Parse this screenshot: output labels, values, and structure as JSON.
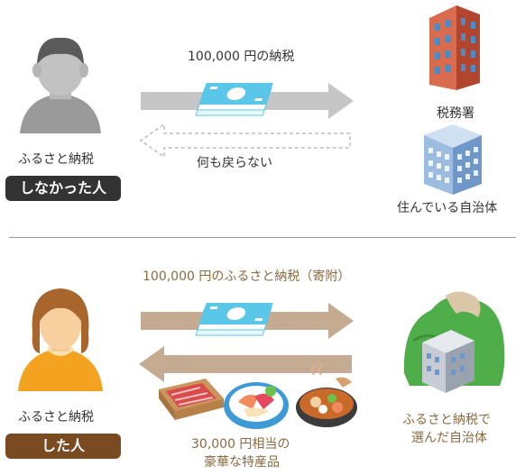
{
  "top": {
    "tax_amount_label": "100,000 円の納税",
    "nothing_returns_label": "何も戻らない",
    "person_caption": "ふるさと納税",
    "person_badge": "しなかった人",
    "tax_office_label": "税務署",
    "residence_label": "住んでいる自治体"
  },
  "bottom": {
    "donation_label": "100,000 円のふるさと納税（寄附）",
    "person_caption": "ふるさと納税",
    "person_badge": "した人",
    "gift_label_line1": "30,000 円相当の",
    "gift_label_line2": "豪華な特産品",
    "municipality_line1": "ふるさと納税で",
    "municipality_line2": "選んだ自治体"
  },
  "colors": {
    "top_badge": "#333333",
    "bottom_badge": "#7a4a20",
    "bottom_text": "#8a6a3f",
    "gray_arrow": "#c6c6c6",
    "brown_arrow": "#c4ab92",
    "money": "#5bc7e8"
  }
}
